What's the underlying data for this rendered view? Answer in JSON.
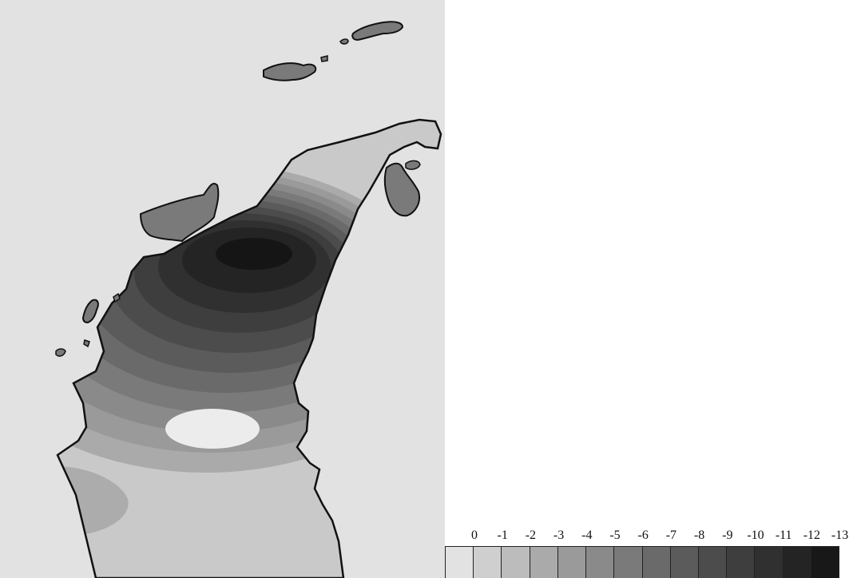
{
  "map": {
    "legend": {
      "labels": [
        "0",
        "-1",
        "-2",
        "-3",
        "-4",
        "-5",
        "-6",
        "-7",
        "-8",
        "-9",
        "-10",
        "-11",
        "-12",
        "-13"
      ],
      "colors": [
        "#e2e2e2",
        "#cfcfcf",
        "#bcbcbc",
        "#aaaaaa",
        "#9a9a9a",
        "#8a8a8a",
        "#7a7a7a",
        "#6a6a6a",
        "#5b5b5b",
        "#4c4c4c",
        "#3e3e3e",
        "#303030",
        "#242424",
        "#181818"
      ]
    },
    "colors": {
      "background": "#e2e2e2",
      "coastline": "#111111",
      "land_base": "#c9c9c9",
      "southwest_patch": "#acacac",
      "oval_patch": "#ececec",
      "minimum": "#151515"
    }
  }
}
